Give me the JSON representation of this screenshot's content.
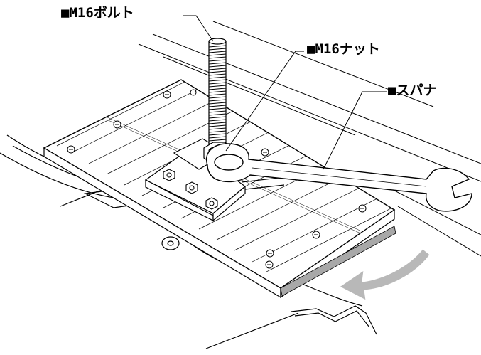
{
  "labels": {
    "bolt": "■M16ボルト",
    "nut": "■M16ナット",
    "spanner": "■スパナ"
  },
  "colors": {
    "line": "#000000",
    "rotation_arrow": "#b8b8b8",
    "shim": "#a8a8a8",
    "background": "#ffffff"
  }
}
